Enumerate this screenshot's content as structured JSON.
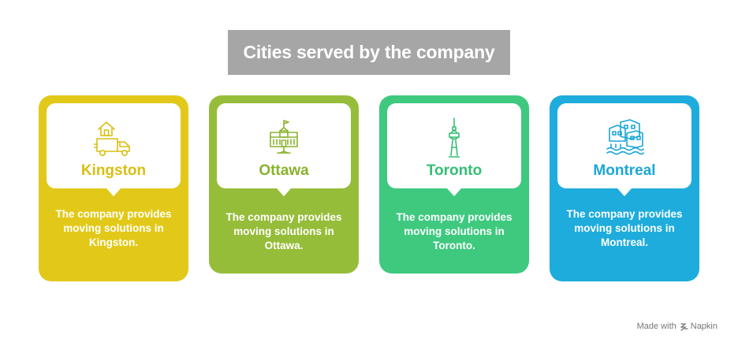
{
  "title": "Cities served by the company",
  "cards": [
    {
      "city": "Kingston",
      "description": "The company provides moving solutions in Kingston.",
      "icon": "moving-truck-house-icon",
      "color": "#e2c919"
    },
    {
      "city": "Ottawa",
      "description": "The company provides moving solutions in Ottawa.",
      "icon": "parliament-building-icon",
      "color": "#96bd3a"
    },
    {
      "city": "Toronto",
      "description": "The company provides moving solutions in Toronto.",
      "icon": "cn-tower-icon",
      "color": "#3ec97f"
    },
    {
      "city": "Montreal",
      "description": "The company provides moving solutions in Montreal.",
      "icon": "habitat-building-icon",
      "color": "#1eacdc"
    }
  ],
  "watermark": {
    "prefix": "Made with",
    "brand": "Napkin"
  }
}
